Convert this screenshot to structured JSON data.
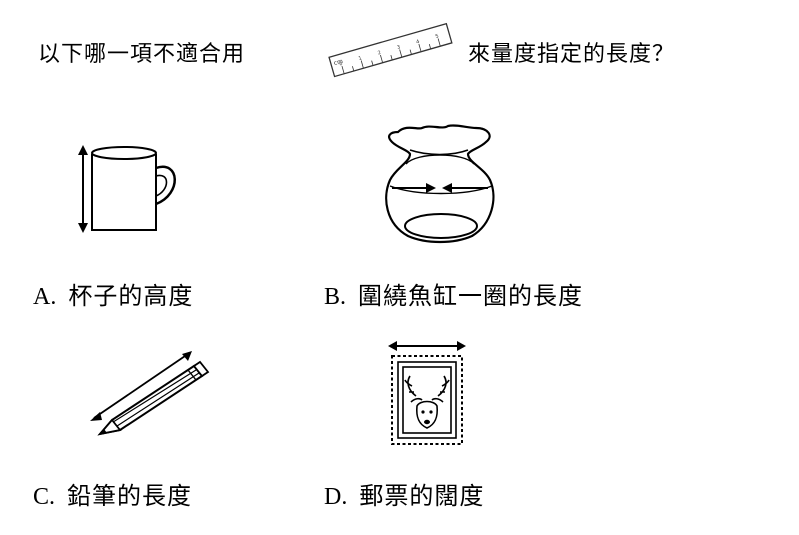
{
  "question": {
    "prefix": "以下哪一項不適合用",
    "suffix": "來量度指定的長度？",
    "ruler_label": "cm",
    "ruler_numbers": [
      "0",
      "1",
      "2",
      "3",
      "4",
      "5"
    ]
  },
  "options": [
    {
      "letter": "A.",
      "text": "杯子的高度",
      "icon": "mug-icon"
    },
    {
      "letter": "B.",
      "text": "圍繞魚缸一圈的長度",
      "icon": "fishbowl-icon"
    },
    {
      "letter": "C.",
      "text": "鉛筆的長度",
      "icon": "pencil-icon"
    },
    {
      "letter": "D.",
      "text": "郵票的闊度",
      "icon": "stamp-icon"
    }
  ]
}
